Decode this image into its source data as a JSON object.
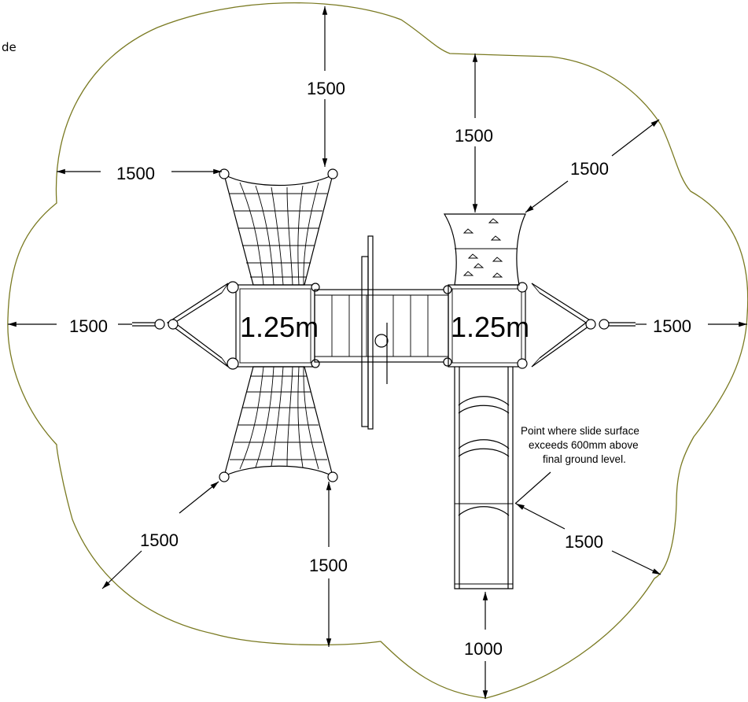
{
  "drawing": {
    "clipped_label": "de",
    "platforms": [
      {
        "label": "1.25m"
      },
      {
        "label": "1.25m"
      }
    ],
    "dimensions": [
      {
        "id": "top-left-net",
        "label": "1500"
      },
      {
        "id": "left-net-side",
        "label": "1500"
      },
      {
        "id": "top-climbing-wall",
        "label": "1500"
      },
      {
        "id": "top-right-diagonal",
        "label": "1500"
      },
      {
        "id": "left-ramp",
        "label": "1500"
      },
      {
        "id": "right-ramp",
        "label": "1500"
      },
      {
        "id": "bottom-left-diagonal",
        "label": "1500"
      },
      {
        "id": "bottom-net",
        "label": "1500"
      },
      {
        "id": "slide-side",
        "label": "1500"
      },
      {
        "id": "slide-exit",
        "label": "1000"
      }
    ],
    "note": {
      "lines": [
        "Point where slide surface",
        "exceeds 600mm above",
        "final ground level."
      ]
    },
    "colors": {
      "safety_zone_outline": "#7a7a22",
      "line": "#000000"
    }
  }
}
